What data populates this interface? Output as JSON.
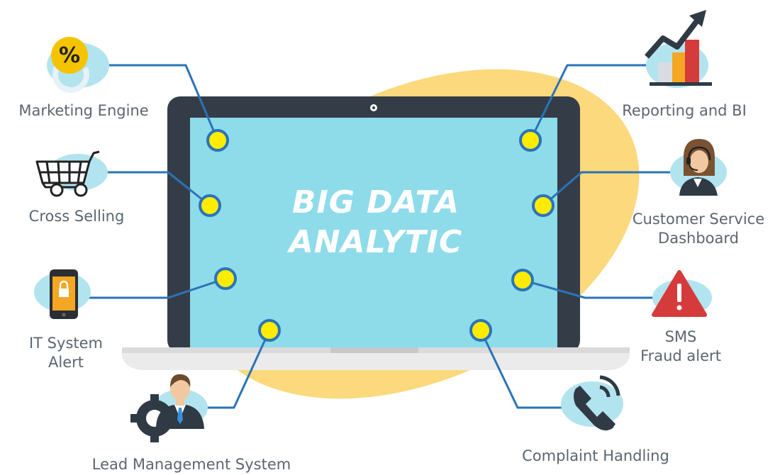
{
  "title": {
    "line1": "BIG DATA",
    "line2": "ANALYTIC"
  },
  "nodes": {
    "marketing": {
      "label": "Marketing Engine",
      "icon": "percent-icon"
    },
    "cross_selling": {
      "label": "Cross Selling",
      "icon": "shopping-cart-icon"
    },
    "it_alert": {
      "line1": "IT System",
      "line2": "Alert",
      "icon": "phone-lock-icon"
    },
    "lead": {
      "label": "Lead Management System",
      "icon": "businessman-gear-icon"
    },
    "reporting": {
      "label": "Reporting and BI",
      "icon": "bar-chart-growth-icon"
    },
    "customer_service": {
      "line1": "Customer Service",
      "line2": "Dashboard",
      "icon": "headset-agent-icon"
    },
    "sms_fraud": {
      "line1": "SMS",
      "line2": "Fraud alert",
      "icon": "warning-icon"
    },
    "complaint": {
      "label": "Complaint Handling",
      "icon": "telephone-icon"
    }
  },
  "colors": {
    "screen": "#8edbea",
    "bezel": "#343d47",
    "blob": "#fbd97c",
    "connector": "#2b73b8",
    "node_dot": "#ffec00",
    "icon_bubble": "#b2e4ef",
    "label_text": "#5a6670"
  }
}
